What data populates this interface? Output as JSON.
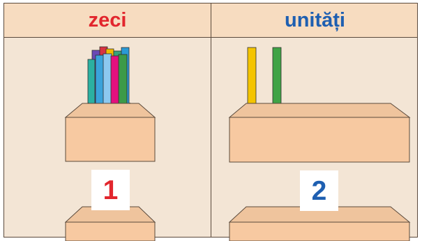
{
  "table": {
    "headers": {
      "tens": "zeci",
      "units": "unități"
    }
  },
  "answers": {
    "tens_digit": "1",
    "units_digit": "2"
  },
  "colors": {
    "tens_header": "#e2262d",
    "units_header": "#1e5fb1",
    "header_background": "#f7dcc0",
    "table_background": "#f3e5d5",
    "box": "#f7c9a1",
    "box_outline": "#5b4a3c"
  },
  "illustrations": {
    "tens_column": {
      "object": "bundle-of-ten-sticks-in-box",
      "bundle_count": 1
    },
    "units_column": {
      "object": "loose-sticks-in-box",
      "stick_count": 2,
      "stick_colors": [
        "#f4c400",
        "#3fa346"
      ]
    }
  }
}
